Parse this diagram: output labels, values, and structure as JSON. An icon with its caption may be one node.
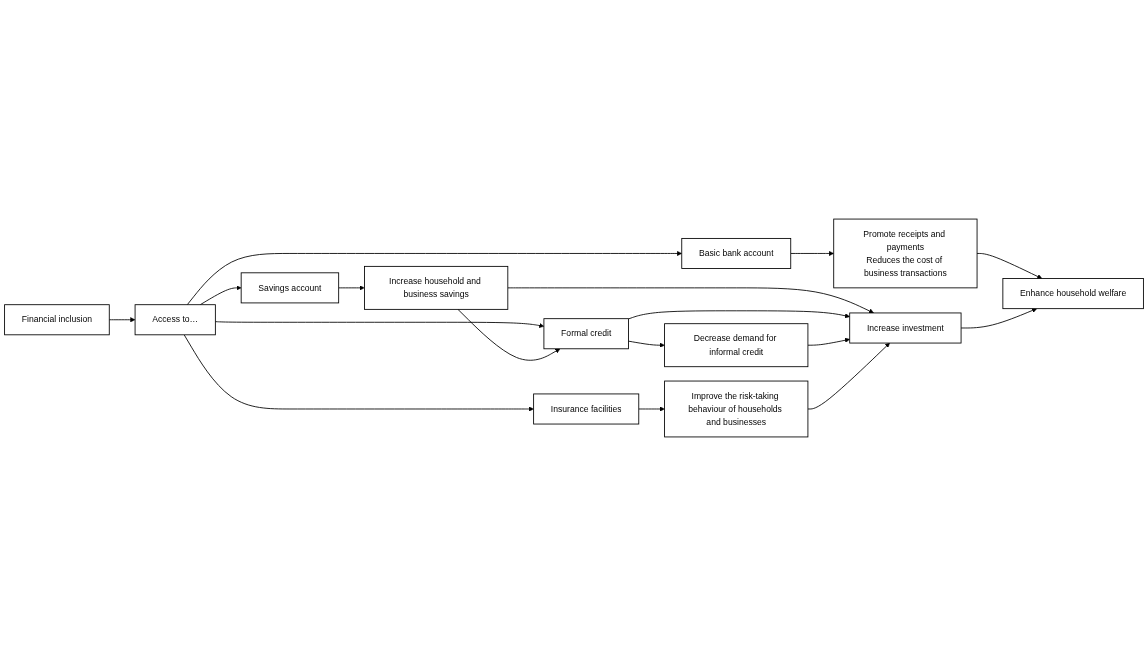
{
  "diagram": {
    "nodes": [
      {
        "text": [
          "Financial inclusion"
        ]
      },
      {
        "text": [
          "Access to…"
        ]
      },
      {
        "text": [
          "Basic bank account"
        ]
      },
      {
        "text": [
          "Savings account"
        ]
      },
      {
        "text": [
          "Formal credit"
        ]
      },
      {
        "text": [
          "Insurance facilities"
        ]
      },
      {
        "text": [
          "Promote receipts and payments",
          "Reduces the cost of business transactions"
        ]
      },
      {
        "text": [
          "Increase household and business savings"
        ]
      },
      {
        "text": [
          "Increase investment"
        ]
      },
      {
        "text": [
          "Decrease demand for informal credit"
        ]
      },
      {
        "text": [
          "Improve the risk-taking behaviour of households and businesses"
        ]
      },
      {
        "text": [
          "Enhance household welfare"
        ]
      }
    ],
    "edges": [
      {
        "from": 0,
        "to": 1,
        "arrow": "to"
      },
      {
        "from": 1,
        "to": 2,
        "arrow": "to"
      },
      {
        "from": 1,
        "to": 3,
        "arrow": "to"
      },
      {
        "from": 1,
        "to": 4,
        "arrow": "to"
      },
      {
        "from": 1,
        "to": 5,
        "arrow": "to"
      },
      {
        "from": 2,
        "to": 6,
        "arrow": "to"
      },
      {
        "from": 3,
        "to": 7,
        "arrow": "to"
      },
      {
        "from": 7,
        "to": 4,
        "arrow": "to"
      },
      {
        "from": 7,
        "to": 8,
        "arrow": "to"
      },
      {
        "from": 4,
        "to": 8,
        "arrow": "to"
      },
      {
        "from": 4,
        "to": 9,
        "arrow": "to"
      },
      {
        "from": 9,
        "to": 8,
        "arrow": "to"
      },
      {
        "from": 5,
        "to": 10,
        "arrow": "to"
      },
      {
        "from": 10,
        "to": 8,
        "arrow": "to"
      },
      {
        "from": 6,
        "to": 11,
        "arrow": "to"
      },
      {
        "from": 8,
        "to": 11,
        "arrow": "to"
      }
    ]
  }
}
